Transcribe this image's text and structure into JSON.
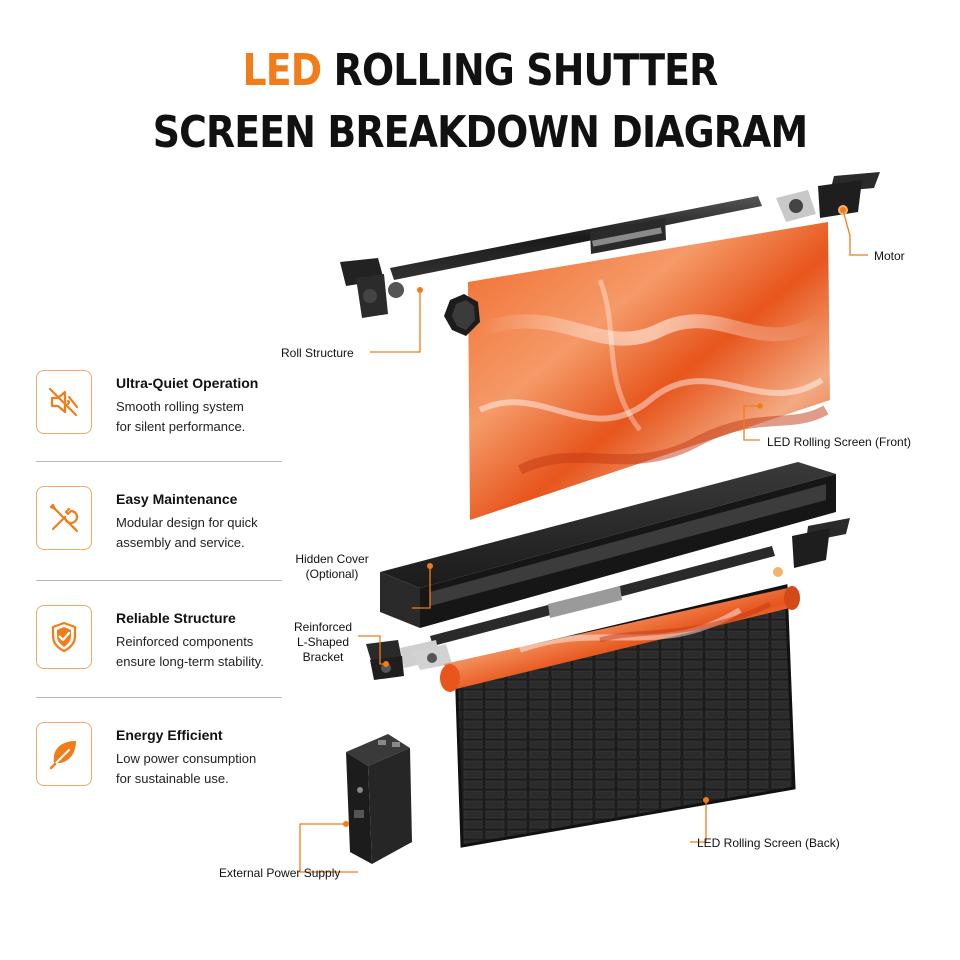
{
  "title": {
    "accent": "LED",
    "line1_rest": "ROLLING SHUTTER",
    "line2": "SCREEN BREAKDOWN DIAGRAM"
  },
  "colors": {
    "accent": "#f07d1a",
    "icon_border": "#f4a765",
    "frame_dark": "#1c1c1c",
    "screen_orange": "#e8561e"
  },
  "features": [
    {
      "icon": "speaker-mute-icon",
      "title": "Ultra-Quiet Operation",
      "desc1": "Smooth rolling system",
      "desc2": "for silent performance."
    },
    {
      "icon": "wrench-screwdriver-icon",
      "title": "Easy Maintenance",
      "desc1": "Modular design for quick",
      "desc2": "assembly and service."
    },
    {
      "icon": "shield-check-icon",
      "title": "Reliable Structure",
      "desc1": "Reinforced components",
      "desc2": "ensure long-term stability."
    },
    {
      "icon": "leaf-icon",
      "title": "Energy Efficient",
      "desc1": "Low power consumption",
      "desc2": "for sustainable use."
    }
  ],
  "callouts": {
    "motor": "Motor",
    "roll_structure": "Roll Structure",
    "screen_front": "LED Rolling  Screen (Front)",
    "hidden_cover_1": "Hidden Cover",
    "hidden_cover_2": "(Optional)",
    "bracket_1": "Reinforced",
    "bracket_2": "L-Shaped",
    "bracket_3": "Bracket",
    "screen_back": "LED Rolling  Screen (Back)",
    "power_supply": "External Power Supply"
  }
}
